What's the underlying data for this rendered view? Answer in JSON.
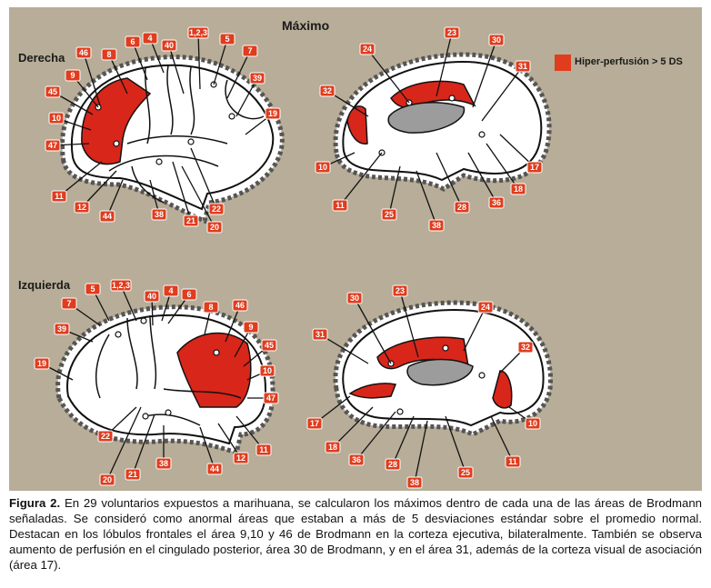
{
  "figure": {
    "title": "Máximo",
    "row_labels": {
      "right": "Derecha",
      "left": "Izquierda"
    },
    "legend": {
      "label": "Hiper-perfusión > 5 DS",
      "color": "#e03c1e"
    },
    "brodmann_labels": {
      "right_lateral": [
        "46",
        "8",
        "6",
        "4",
        "40",
        "1,2,3",
        "5",
        "7",
        "39",
        "19",
        "9",
        "45",
        "10",
        "47",
        "11",
        "12",
        "44",
        "38",
        "21",
        "22",
        "20"
      ],
      "right_medial": [
        "24",
        "23",
        "30",
        "31",
        "32",
        "10",
        "11",
        "25",
        "38",
        "28",
        "36",
        "18",
        "17"
      ],
      "left_lateral": [
        "5",
        "1,2,3",
        "40",
        "4",
        "6",
        "8",
        "46",
        "7",
        "39",
        "9",
        "45",
        "19",
        "10",
        "47",
        "22",
        "20",
        "21",
        "38",
        "44",
        "12",
        "11"
      ],
      "left_medial": [
        "30",
        "23",
        "24",
        "31",
        "32",
        "17",
        "18",
        "36",
        "28",
        "38",
        "25",
        "11",
        "10"
      ]
    },
    "colors": {
      "background": "#b7ad98",
      "highlight": "#d8261a"
    }
  },
  "caption": {
    "label": "Figura 2.",
    "text": " En 29 voluntarios expuestos a marihuana, se calcularon los máximos dentro de cada una de las áreas de Brodmann señaladas. Se consideró como anormal áreas que estaban a más de 5 desviaciones estándar sobre el promedio normal. Destacan en los lóbulos frontales el área 9,10 y 46 de Brodmann en la corteza ejecutiva, bilateralmente. También se observa aumento de perfusión en el cingulado posterior, área 30 de Brodmann, y en el área 31, además de la corteza visual de asociación (área 17)."
  }
}
